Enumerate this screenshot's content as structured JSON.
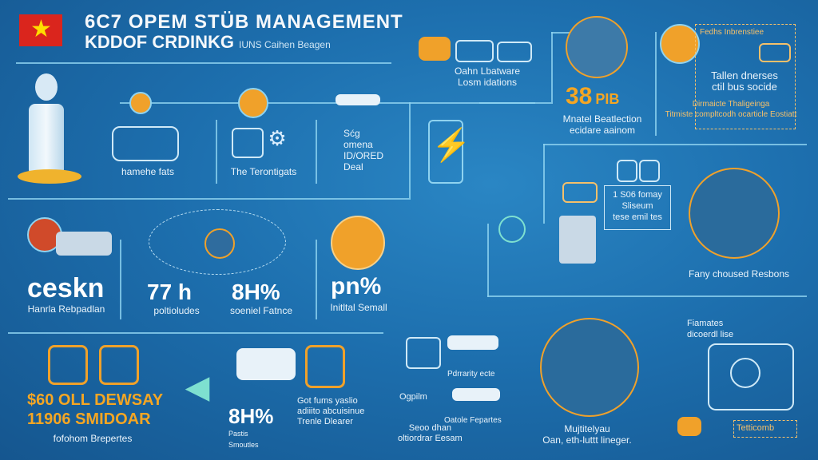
{
  "header": {
    "title_line1": "6C7  OPEM STÜB MANAGEMENT",
    "title_line2": "KDDOF CRDINKG",
    "title_line2_sub": "IUNS Caihen Beagen"
  },
  "icons": {
    "flag": "vietnam-flag-icon",
    "lightning": "lightning-icon",
    "arrow": "arrow-left-icon"
  },
  "top_row": {
    "item1_label": "hamehe fats",
    "item2_label": "The Terontigats",
    "item3_lines": [
      "Sćg",
      "omena",
      "ID/ORED",
      "Deal"
    ]
  },
  "top_right": {
    "box_label_l1": "Oahn Lbatware",
    "box_label_l2": "Losm idations",
    "stat_value": "38",
    "stat_unit": "PIB",
    "stat_caption_l1": "Mnatel Beatlection",
    "stat_caption_l2": "ecidare aainom",
    "panel_title": "Fedhs Inbrenstiee",
    "panel_l1": "Tallen dnerses",
    "panel_l2": "ctil bus socide",
    "panel_l3": "Dirmaicte Thaligeinga",
    "panel_l4": "Titmiste compltcodh ocarticle Eostiatt"
  },
  "middle_row": {
    "stat1_value": "ceskn",
    "stat1_label": "Hanrla Rebpadlan",
    "stat2_value": "77 h",
    "stat2_label": "poltioludes",
    "stat3_value": "8H%",
    "stat3_label": "soeniel Fatnce",
    "stat4_value": "pn%",
    "stat4_label": "Initltal Semall"
  },
  "right_mid": {
    "card_l1": "1 S06 fomay",
    "card_l2": "Sliseum",
    "card_l3": "tese emil tes",
    "circle_caption": "Fany choused Resbons"
  },
  "bottom_row": {
    "price_l1": "$60 OLL DEWSAY",
    "price_l2": "11906 SMIDOAR",
    "price_caption": "fofohom Brepertes",
    "stat_value": "8H%",
    "stat_caption_l1": "Pastis",
    "stat_caption_l2": "Smoutles",
    "text_l1": "Got fums yaslio",
    "text_l2": "adiiito abcuisinue",
    "text_l3": "Trenle Dlearer",
    "mid_l1": "Pdrrarity ecte",
    "mid_l2": "Ogpilm",
    "mid_l3": "Oatole Fepartes",
    "mid_l4": "Seoo dhan",
    "mid_l5": "oltiordrar Eesam",
    "circle_caption_l1": "Mujtitelyau",
    "circle_caption_l2": "Oan, eth-luttt lineger.",
    "corner_l1": "Fiamates",
    "corner_l2": "dicoerdl lise",
    "corner_l3": "Tetticomb"
  },
  "colors": {
    "background": "#1d6fae",
    "accent_orange": "#f0a12a",
    "line_cyan": "#8fd3f0",
    "flag_red": "#da251d",
    "flag_star": "#ffde00"
  }
}
